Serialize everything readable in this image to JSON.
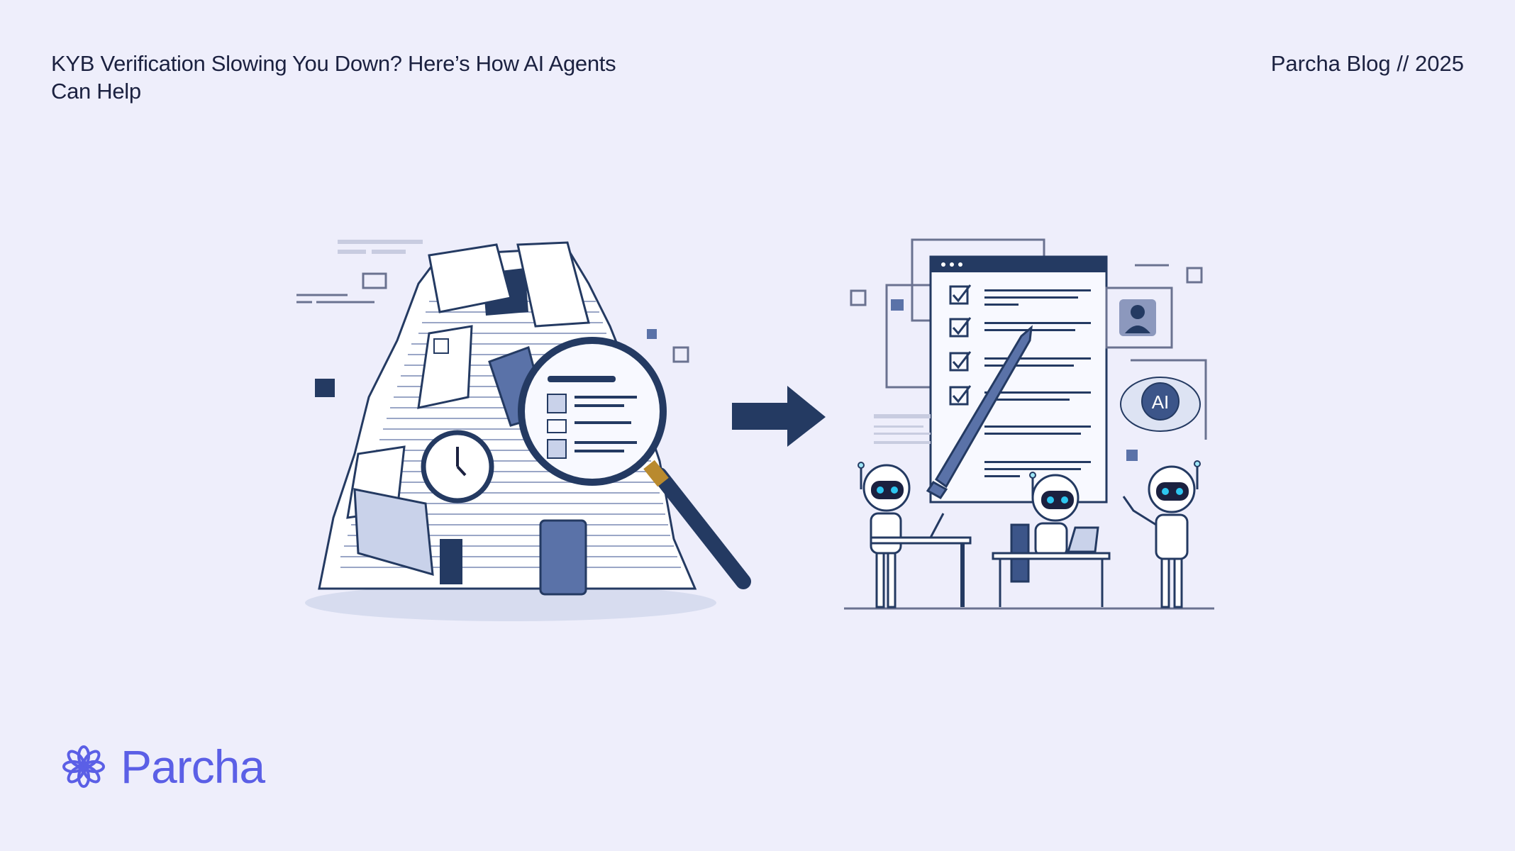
{
  "header": {
    "title": "KYB Verification Slowing You Down? Here’s How AI Agents Can Help",
    "meta": "Parcha Blog // 2025"
  },
  "brand": {
    "name": "Parcha",
    "logo_icon": "flower-mandala-icon",
    "color": "#5b5fe6"
  },
  "illustration": {
    "left_scene": "pile-of-documents-with-clock-and-magnifier",
    "transition": "arrow-right-icon",
    "right_scene": "ai-robots-completing-checklist",
    "checklist_items_checked": 4,
    "brain_label": "AI",
    "colors": {
      "navy": "#243a62",
      "mid_blue": "#5a72a8",
      "light_blue": "#c9d2ea",
      "accent_cyan": "#2ec6f0",
      "gold": "#b98a2e",
      "background": "#eeeefb"
    }
  }
}
